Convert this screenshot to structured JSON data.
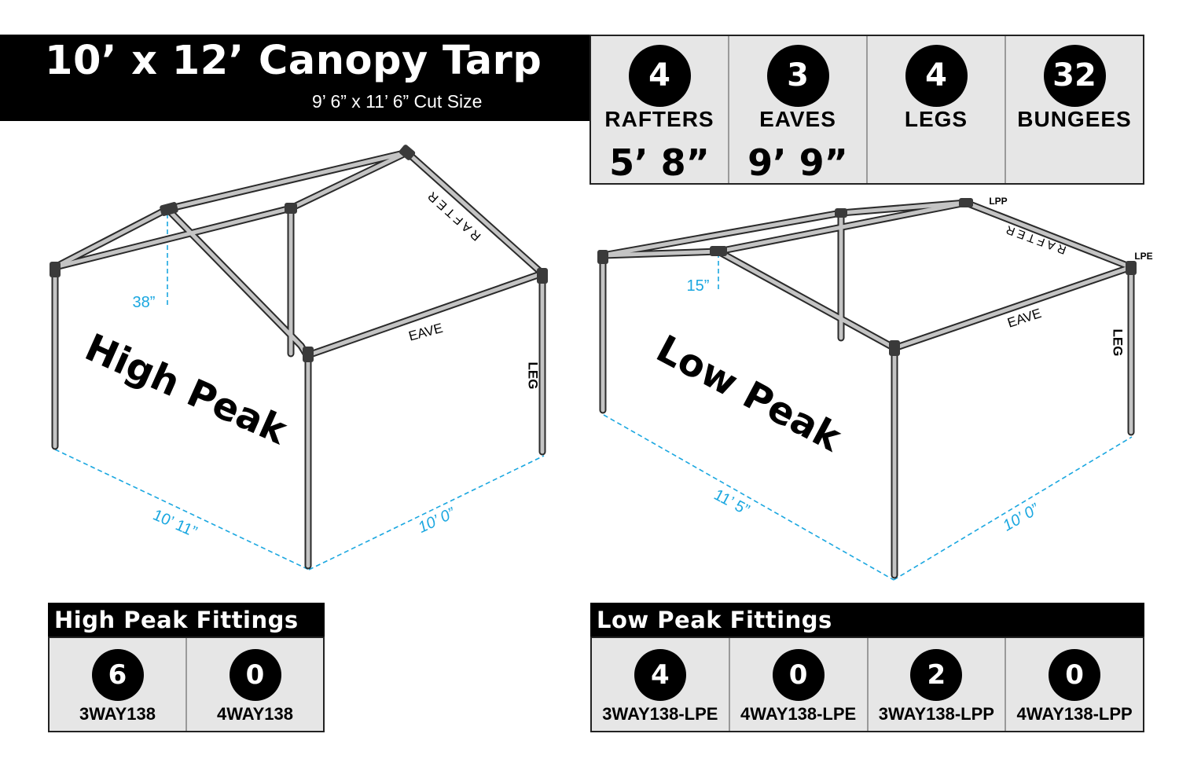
{
  "title": {
    "main": "10’ x 12’ Canopy Tarp",
    "sub": "9’ 6” x 11’ 6” Cut Size"
  },
  "specs": [
    {
      "count": "4",
      "label": "RAFTERS",
      "dim": "5’ 8”"
    },
    {
      "count": "3",
      "label": "EAVES",
      "dim": "9’ 9”"
    },
    {
      "count": "4",
      "label": "LEGS",
      "dim": ""
    },
    {
      "count": "32",
      "label": "BUNGEES",
      "dim": ""
    }
  ],
  "high_peak": {
    "name": "High Peak",
    "rafter": "RAFTER",
    "eave": "EAVE",
    "leg": "LEG",
    "height": "38”",
    "width": "10’ 11”",
    "depth": "10’ 0”"
  },
  "low_peak": {
    "name": "Low Peak",
    "rafter": "RAFTER",
    "eave": "EAVE",
    "leg": "LEG",
    "height": "15”",
    "width": "11’ 5”",
    "depth": "10’ 0”",
    "lpp": "LPP",
    "lpe": "LPE"
  },
  "high_fittings": {
    "title": "High Peak Fittings",
    "items": [
      {
        "count": "6",
        "code": "3WAY138"
      },
      {
        "count": "0",
        "code": "4WAY138"
      }
    ]
  },
  "low_fittings": {
    "title": "Low Peak Fittings",
    "items": [
      {
        "count": "4",
        "code": "3WAY138-LPE"
      },
      {
        "count": "0",
        "code": "4WAY138-LPE"
      },
      {
        "count": "2",
        "code": "3WAY138-LPP"
      },
      {
        "count": "0",
        "code": "4WAY138-LPP"
      }
    ]
  },
  "colors": {
    "pipe": "#b6b6b6",
    "pipe_outline": "#2a2a2a",
    "dimension": "#1aa7e0",
    "fitting": "#3a3a3a"
  }
}
